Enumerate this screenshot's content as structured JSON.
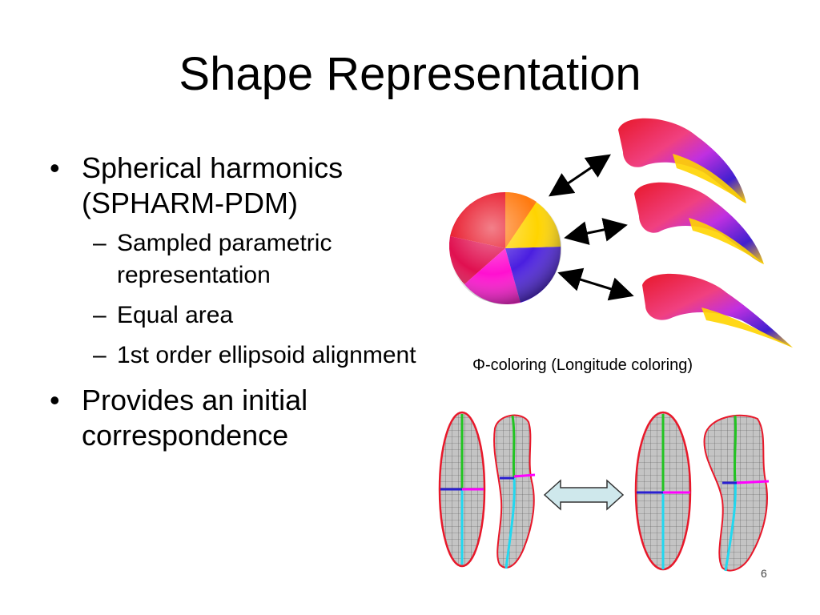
{
  "slide": {
    "title": "Shape Representation",
    "bullets": [
      {
        "text": "Spherical harmonics (SPHARM-PDM)",
        "subitems": [
          "Sampled parametric representation",
          "Equal area",
          "1st order ellipsoid alignment"
        ]
      },
      {
        "text": "Provides an initial correspondence",
        "subitems": []
      }
    ],
    "bullet_symbol": "•",
    "dash_symbol": "–",
    "caption": "Φ-coloring (Longitude coloring)",
    "page_number": "6"
  },
  "colors": {
    "red": "#e8182a",
    "magenta": "#ff00ff",
    "yellow": "#ffd400",
    "blue": "#2a1fd0",
    "mesh_gray": "#b8b8b8",
    "green": "#22c422",
    "cyan": "#22d8f0",
    "arrow_fill": "#cfe8ec"
  }
}
